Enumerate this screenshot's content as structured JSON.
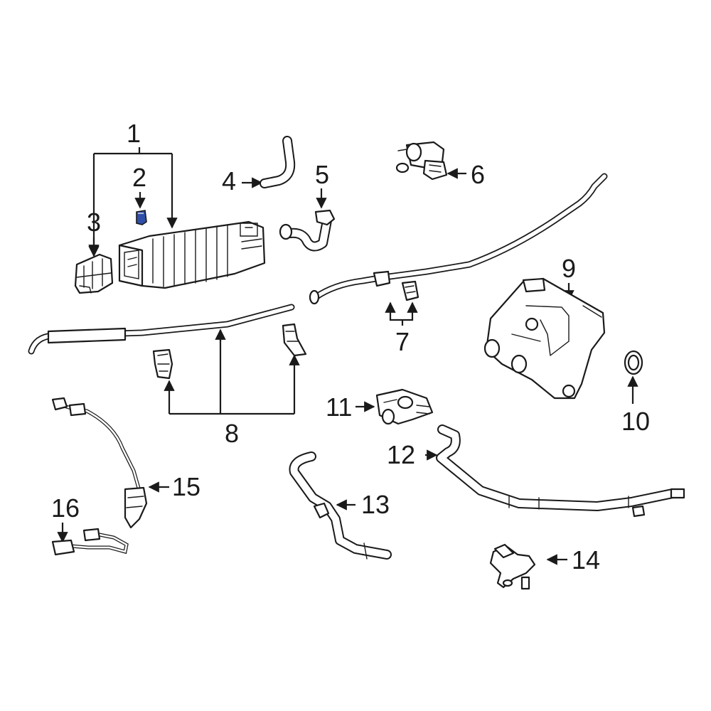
{
  "callouts": {
    "c1": "1",
    "c2": "2",
    "c3": "3",
    "c4": "4",
    "c5": "5",
    "c6": "6",
    "c7": "7",
    "c8": "8",
    "c9": "9",
    "c10": "10",
    "c11": "11",
    "c12": "12",
    "c13": "13",
    "c14": "14",
    "c15": "15",
    "c16": "16"
  },
  "colors": {
    "line": "#1a1a1a",
    "highlight": "#2f4fa8",
    "background": "#ffffff"
  }
}
